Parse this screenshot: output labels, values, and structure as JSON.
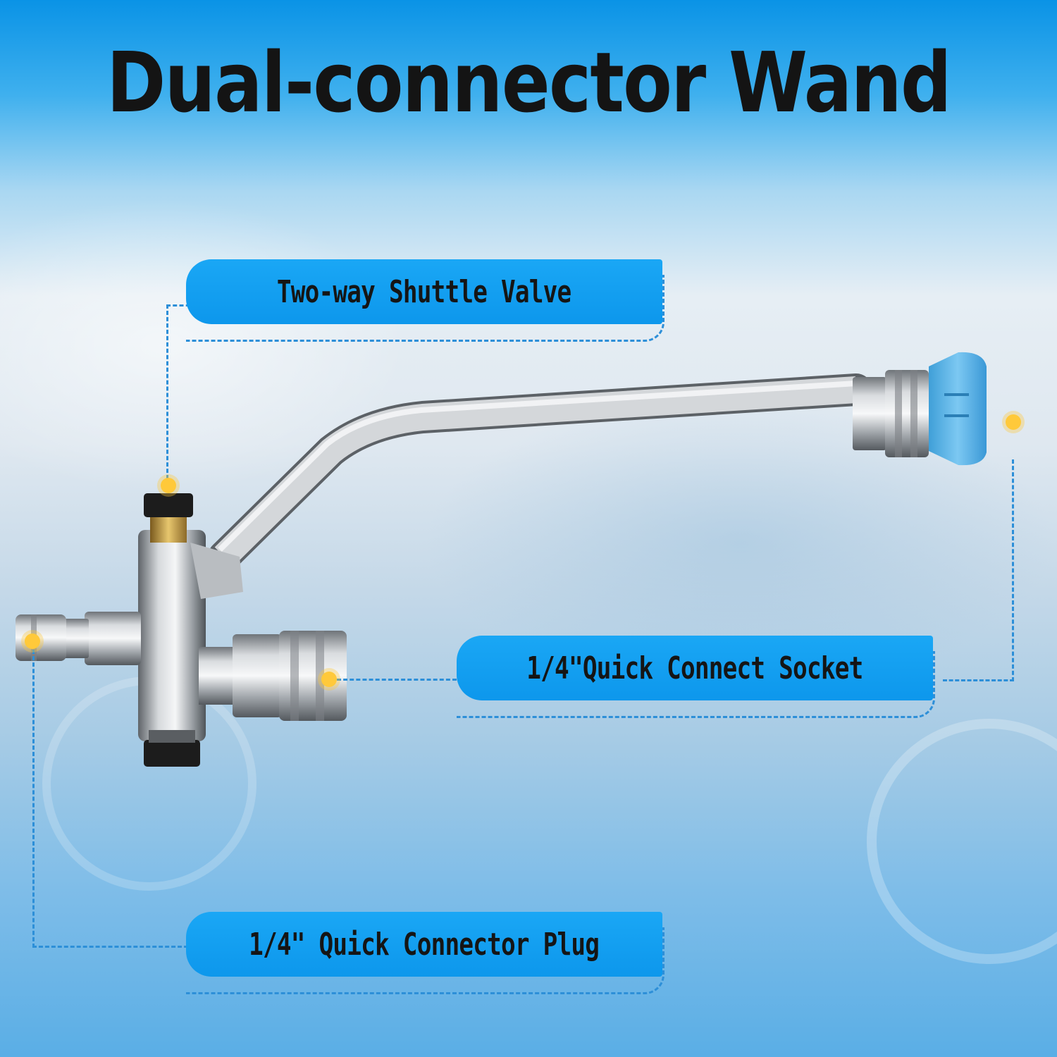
{
  "title": "Dual-connector Wand",
  "callouts": {
    "valve": "Two-way Shuttle Valve",
    "socket": "1/4\"Quick Connect Socket",
    "plug": "1/4\" Quick Connector Plug"
  },
  "colors": {
    "accent": "#0d97ec",
    "marker": "#ffc93a",
    "title": "#141414"
  },
  "icons": {
    "product": "pressure-washer-wand",
    "marker": "marker-dot"
  }
}
